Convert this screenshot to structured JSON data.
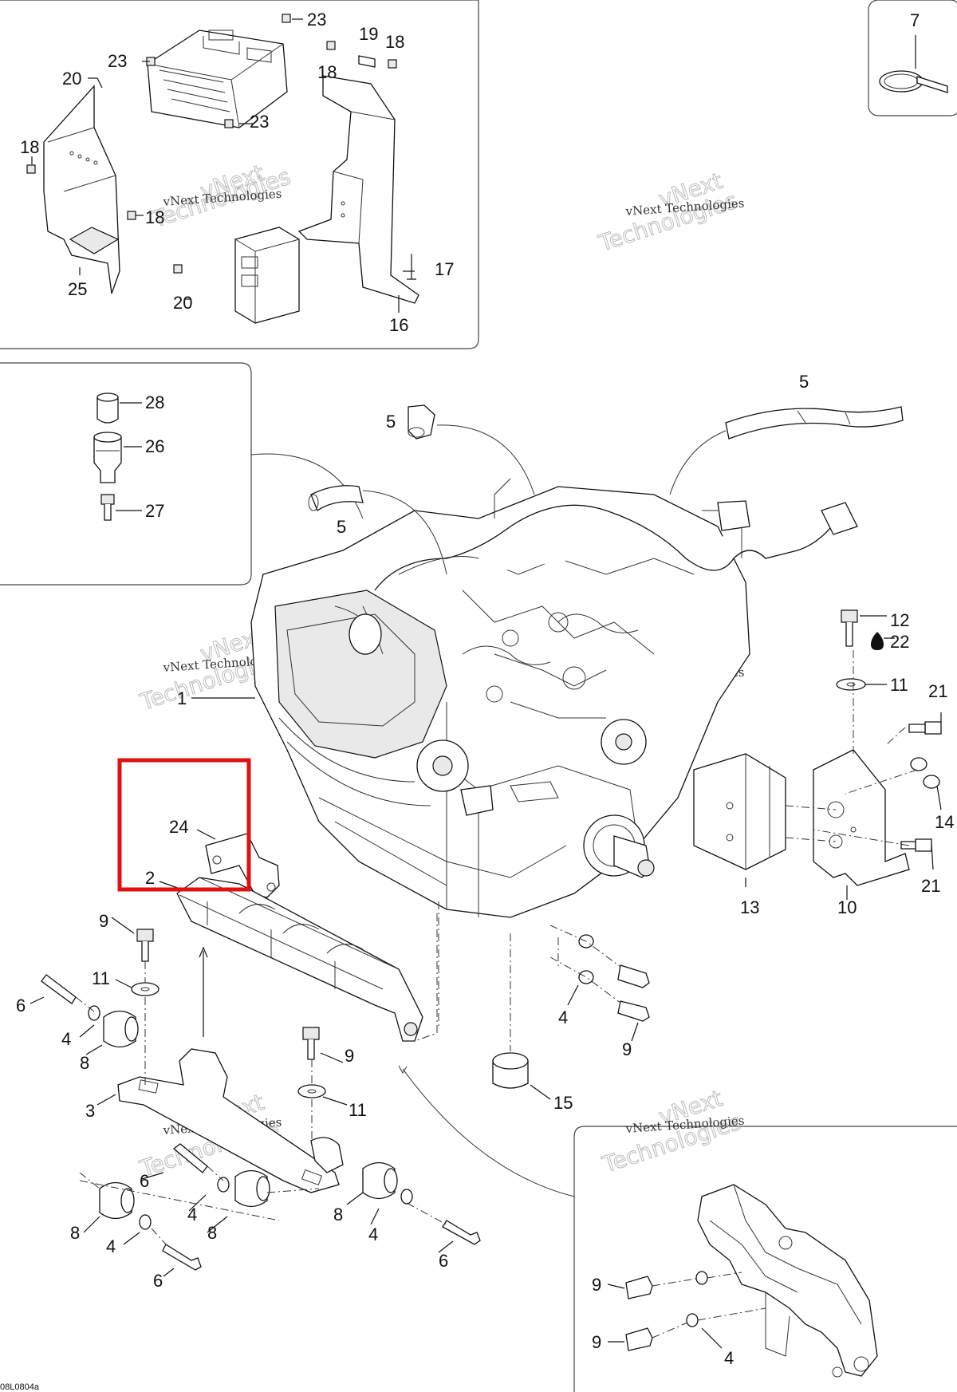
{
  "diagram": {
    "drawing_code": "08L0804a",
    "watermark_lines": [
      "vNext Technologies",
      "vNext",
      "Technologies"
    ],
    "highlight_color": "#e01010",
    "callouts": {
      "c1": "1",
      "c2": "2",
      "c3": "3",
      "c4a": "4",
      "c4b": "4",
      "c4c": "4",
      "c4d": "4",
      "c4e": "4",
      "c4f": "4",
      "c5a": "5",
      "c5b": "5",
      "c5c": "5",
      "c6a": "6",
      "c6b": "6",
      "c6c": "6",
      "c6d": "6",
      "c7": "7",
      "c8a": "8",
      "c8b": "8",
      "c8c": "8",
      "c8d": "8",
      "c9a": "9",
      "c9b": "9",
      "c9c": "9",
      "c9d": "9",
      "c9e": "9",
      "c10": "10",
      "c11a": "11",
      "c11b": "11",
      "c11c": "11",
      "c12": "12",
      "c13": "13",
      "c14": "14",
      "c15": "15",
      "c16": "16",
      "c17": "17",
      "c18a": "18",
      "c18b": "18",
      "c18c": "18",
      "c18d": "18",
      "c19": "19",
      "c20a": "20",
      "c20b": "20",
      "c21a": "21",
      "c21b": "21",
      "c22": "22",
      "c23a": "23",
      "c23b": "23",
      "c23c": "23",
      "c24": "24",
      "c25": "25",
      "c26": "26",
      "c27": "27",
      "c28": "28"
    }
  }
}
